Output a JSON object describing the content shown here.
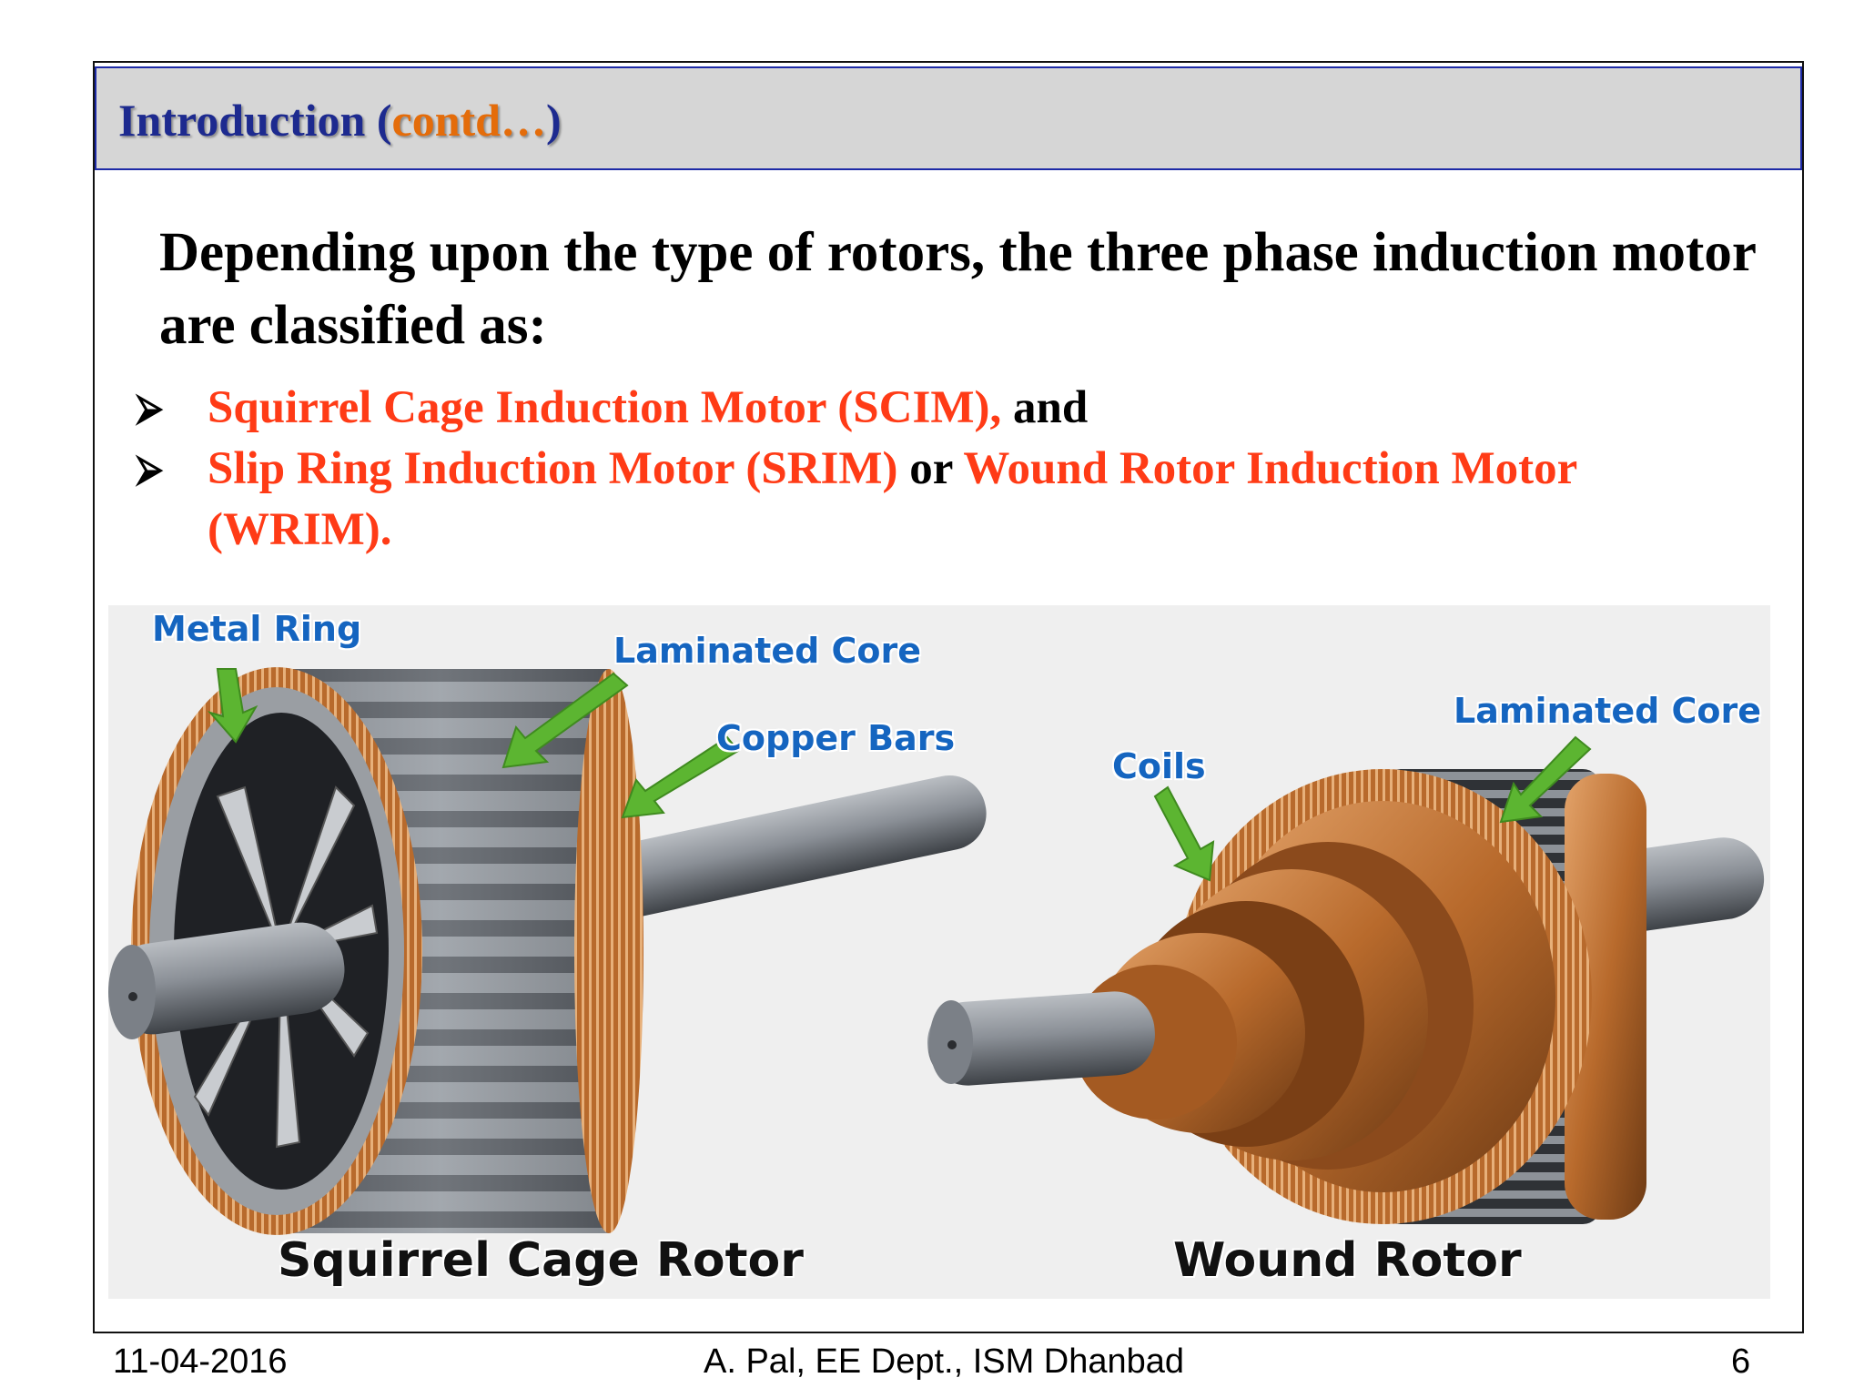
{
  "slide": {
    "title_main": "Introduction (",
    "title_accent": "contd…",
    "title_end": ")",
    "lead": "Depending upon the type of rotors, the three phase induction motor are classified as:",
    "bullets": [
      {
        "marker": "⮚",
        "red1": "Squirrel Cage Induction Motor (SCIM),",
        "black1": " and",
        "red2": ""
      },
      {
        "marker": "⮚",
        "red1": "Slip Ring Induction Motor (SRIM)",
        "black1": " or ",
        "red2": "Wound Rotor Induction Motor (WRIM)."
      }
    ]
  },
  "figure": {
    "left": {
      "caption": "Squirrel Cage Rotor",
      "labels": {
        "metal_ring": "Metal Ring",
        "laminated_core": "Laminated Core",
        "copper_bars": "Copper Bars"
      }
    },
    "right": {
      "caption": "Wound Rotor",
      "labels": {
        "coils": "Coils",
        "laminated_core": "Laminated Core"
      }
    },
    "colors": {
      "label_blue": "#1565c0",
      "arrow_green": "#5cb531",
      "copper": "#b86a2c",
      "steel": "#8a8f96"
    }
  },
  "footer": {
    "date": "11-04-2016",
    "author": "A. Pal, EE Dept., ISM Dhanbad",
    "page": "6"
  }
}
